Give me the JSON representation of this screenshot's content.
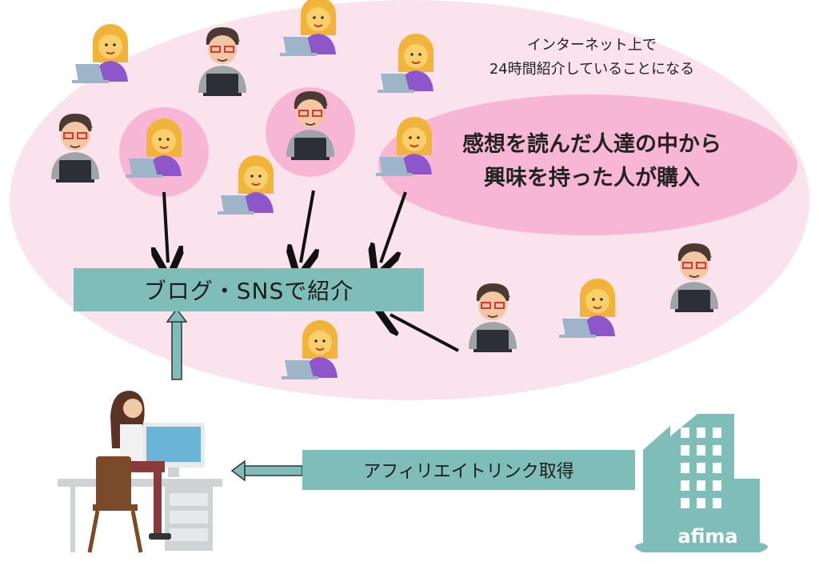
{
  "note": {
    "line1": "インターネット上で",
    "line2": "24時間紹介していることになる"
  },
  "callout": {
    "line1": "感想を読んだ人達の中から",
    "line2": "興味を持った人が購入"
  },
  "blog_label": "ブログ・SNSで紹介",
  "link_label": "アフィリエイトリンク取得",
  "brand_label": "afima",
  "colors": {
    "big_ellipse": "#fbe3ee",
    "highlight": "#f7b6d4",
    "box": "#7fbdb8",
    "building": "#7fbdb8"
  }
}
